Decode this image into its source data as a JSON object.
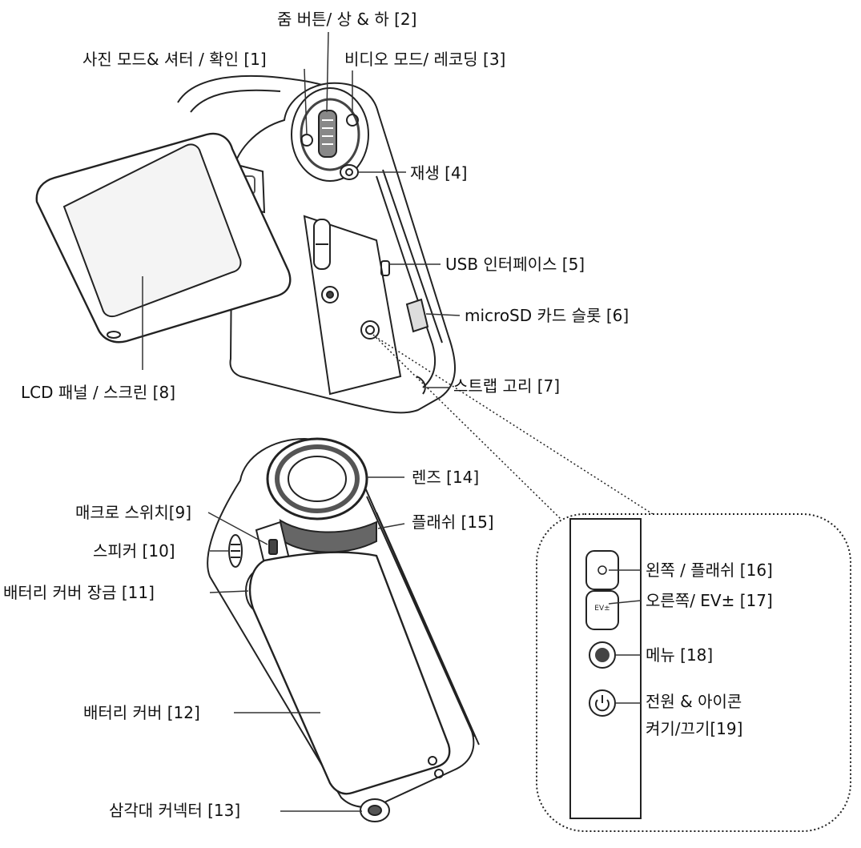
{
  "labels": {
    "l1": "사진 모드& 셔터 / 확인 [1]",
    "l2": "줌 버튼/ 상 & 하 [2]",
    "l3": "비디오 모드/ 레코딩 [3]",
    "l4": "재생 [4]",
    "l5": "USB 인터페이스 [5]",
    "l6": "microSD 카드 슬롯 [6]",
    "l7": "스트랩 고리 [7]",
    "l8": "LCD 패널 / 스크린 [8]",
    "l9": "매크로 스위치[9]",
    "l10": "스피커 [10]",
    "l11": "배터리 커버 장금 [11]",
    "l12": "배터리 커버 [12]",
    "l13": "삼각대 커넥터 [13]",
    "l14": "렌즈 [14]",
    "l15": "플래쉬 [15]",
    "l16": "왼쪽 / 플래쉬 [16]",
    "l17": "오른쪽/ EV± [17]",
    "l18": "메뉴 [18]",
    "l19a": "전원 & 아이콘",
    "l19b": "켜기/끄기[19]"
  },
  "button_marks": {
    "ev": "EV±"
  },
  "colors": {
    "line": "#222222",
    "body_fill": "#ffffff",
    "screen_fill": "#f4f4f4",
    "dark": "#333333"
  }
}
